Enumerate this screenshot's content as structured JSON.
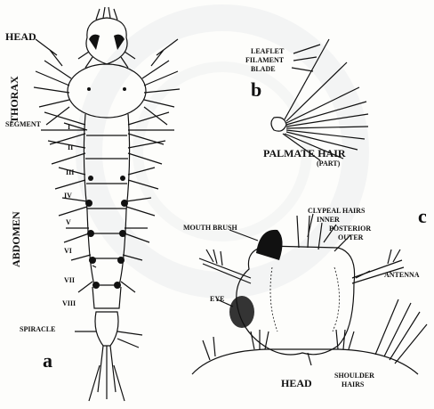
{
  "figure": {
    "panel_a": {
      "marker": "a",
      "labels": {
        "head": "HEAD",
        "thorax": "THORAX",
        "segment": "SEGMENT",
        "abdomen": "ABDOMEN",
        "spiracle": "SPIRACLE"
      },
      "segments": [
        "I",
        "II",
        "III",
        "IV",
        "V",
        "VI",
        "VII",
        "VIII"
      ]
    },
    "panel_b": {
      "marker": "b",
      "labels": {
        "leaflet": "LEAFLET",
        "filament": "FILAMENT",
        "blade": "BLADE",
        "title": "PALMATE HAIR",
        "part": "(PART)"
      }
    },
    "panel_c": {
      "marker": "c",
      "labels": {
        "clypeal": "CLYPEAL HAIRS",
        "inner": "INNER",
        "posterior": "POSTERIOR",
        "outer": "OUTER",
        "mouth_brush": "MOUTH BRUSH",
        "antenna": "ANTENNA",
        "eye": "EYE",
        "head": "HEAD",
        "shoulder": "SHOULDER",
        "hairs": "HAIRS"
      }
    }
  }
}
